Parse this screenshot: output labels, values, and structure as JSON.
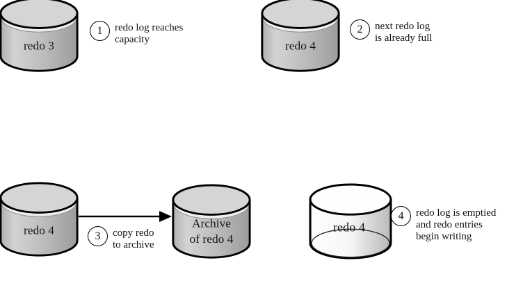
{
  "colors": {
    "background": "#ffffff",
    "outline": "#000000",
    "cylinder_body_gray": "#bdbdbd",
    "cylinder_top_gray": "#d5d5d5",
    "cylinder_rim_highlight": "#ffffff",
    "empty_cylinder_fill": "#f6f6f6"
  },
  "cylinders": [
    {
      "label": "redo 3",
      "state": "full"
    },
    {
      "label": "redo 4",
      "state": "full"
    },
    {
      "label": "redo 4",
      "state": "full"
    },
    {
      "label_line1": "Archive",
      "label_line2": "of redo 4",
      "state": "full"
    },
    {
      "label": "redo 4",
      "state": "empty"
    }
  ],
  "steps": [
    {
      "number": "1",
      "lines": [
        "redo log reaches",
        "capacity"
      ]
    },
    {
      "number": "2",
      "lines": [
        "next redo log",
        "is already full"
      ]
    },
    {
      "number": "3",
      "lines": [
        "copy redo",
        "to archive"
      ]
    },
    {
      "number": "4",
      "lines": [
        "redo log is emptied",
        "and redo entries",
        "begin writing"
      ]
    }
  ]
}
